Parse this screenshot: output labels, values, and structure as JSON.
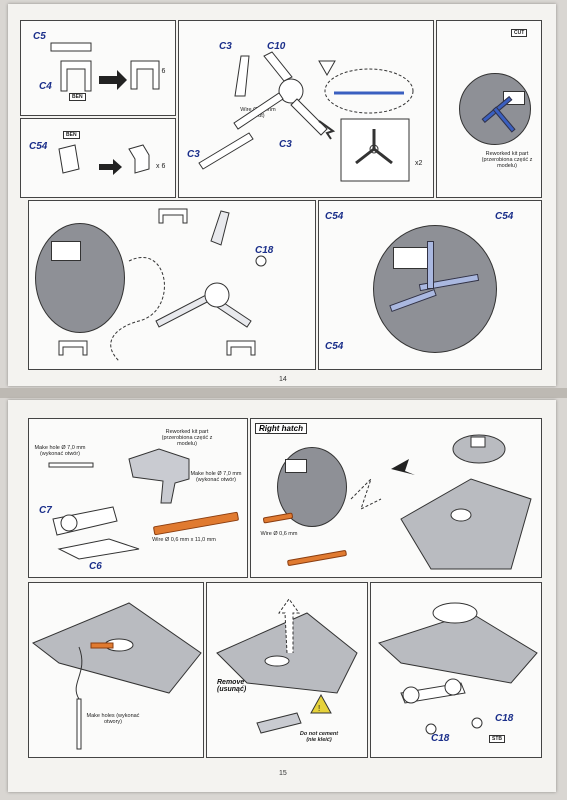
{
  "page14": {
    "page_number": "14",
    "labels": {
      "c5": "C5",
      "c4": "C4",
      "c54": "C54",
      "c3a": "C3",
      "c10": "C10",
      "c3b": "C3",
      "c3c": "C3",
      "c18": "C18",
      "c54b": "C54",
      "c54c": "C54",
      "c54d": "C54"
    },
    "tags": {
      "bend1": "BEN",
      "bend2": "BEN",
      "cut": "CUT"
    },
    "qty": {
      "x6a": "x 6",
      "x6b": "x 6",
      "x2": "x2"
    },
    "wire": "Wire Ø 0,3mm (drut)",
    "reworked": "Reworked kit part (przerobiona część z modelu)"
  },
  "page15": {
    "page_number": "15",
    "right_hatch": "Right hatch",
    "reworked": "Reworked kit part (przerobiona część z modelu)",
    "hole_left": "Make hole Ø 7,0 mm (wykonać otwór)",
    "hole_right": "Make hole Ø 7,0 mm (wykonać otwór)",
    "wire_long": "Wire Ø 0,6 mm x 11,0 mm",
    "wire_short": "Wire Ø 0,6 mm",
    "c7": "C7",
    "c6": "C6",
    "c18a": "C18",
    "c18b": "C18",
    "stb": "STB",
    "make_holes": "Make holes (wykonać otwory)",
    "remove": "Remove (usunąć)",
    "do_not_cement": "Do not cement (nie kleić)"
  },
  "colors": {
    "part_blue": "#aab8e0",
    "label_blue": "#1b2f8a",
    "rod_orange": "#e07a30",
    "hull_grey": "#8e9096"
  }
}
